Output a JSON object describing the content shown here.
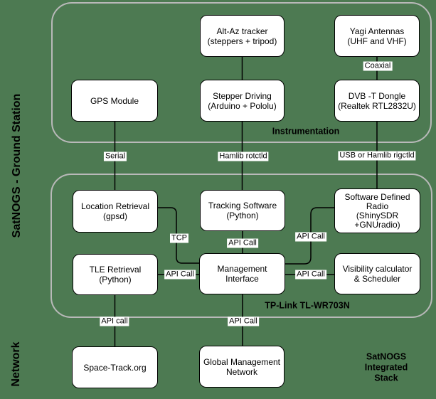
{
  "diagram_title": "SatNOGS Integrated Stack",
  "colors": {
    "background": "#4d7a52",
    "container_border": "#b9b9b9",
    "node_fill": "#ffffff",
    "node_border": "#000000",
    "connector": "#000000"
  },
  "sidebar": {
    "ground_station_label": "SatNOGS - Ground Station",
    "network_label": "Network"
  },
  "containers": {
    "instrumentation_label": "Instrumentation",
    "router_label": "TP-Link TL-WR703N"
  },
  "captions": {
    "integrated_stack": "SatNOGS\nIntegrated Stack"
  },
  "nodes": {
    "alt_az": {
      "label": "Alt-Az tracker\n(steppers + tripod)"
    },
    "yagi": {
      "label": "Yagi Antennas\n(UHF and VHF)"
    },
    "gps": {
      "label": "GPS Module"
    },
    "stepper": {
      "label": "Stepper Driving\n(Arduino + Pololu)"
    },
    "dvb": {
      "label": "DVB -T Dongle\n(Realtek RTL2832U)"
    },
    "location": {
      "label": "Location Retrieval\n(gpsd)"
    },
    "tracking": {
      "label": "Tracking Software\n(Python)"
    },
    "sdr": {
      "label": "Software Defined\nRadio\n(ShinySDR\n+GNUradio)"
    },
    "tle": {
      "label": "TLE Retrieval\n(Python)"
    },
    "management": {
      "label": "Management\nInterface"
    },
    "visibility": {
      "label": "Visibility calculator\n& Scheduler"
    },
    "spacetrack": {
      "label": "Space-Track.org"
    },
    "gmn": {
      "label": "Global Management\nNetwork"
    }
  },
  "edge_labels": {
    "serial": "Serial",
    "hamlib_rotctld": "Hamlib rotctld",
    "usb_rigctld": "USB or Hamlib rigctld",
    "coaxial": "Coaxial",
    "tcp": "TCP",
    "api_call_tracking": "API Call",
    "api_call_sdr": "API Call",
    "api_call_tle": "API Call",
    "api_call_visibility": "API Call",
    "api_call_gmn": "API Call",
    "api_call_spacetrack": "API call"
  }
}
